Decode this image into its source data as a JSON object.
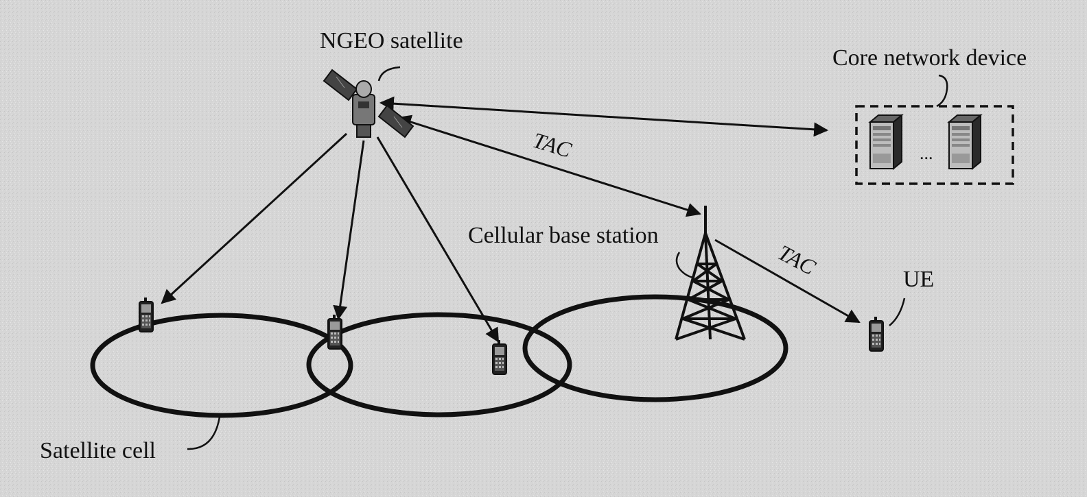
{
  "diagram": {
    "labels": {
      "satellite": "NGEO satellite",
      "core_network": "Core network device",
      "base_station": "Cellular base station",
      "ue": "UE",
      "satellite_cell": "Satellite cell",
      "tac_upper": "TAC",
      "tac_lower": "TAC",
      "ellipsis": "..."
    },
    "colors": {
      "background": "#d9d9d9",
      "stroke": "#111111"
    },
    "icons": [
      "satellite-icon",
      "server-icon",
      "cell-tower-icon",
      "mobile-phone-icon"
    ]
  }
}
